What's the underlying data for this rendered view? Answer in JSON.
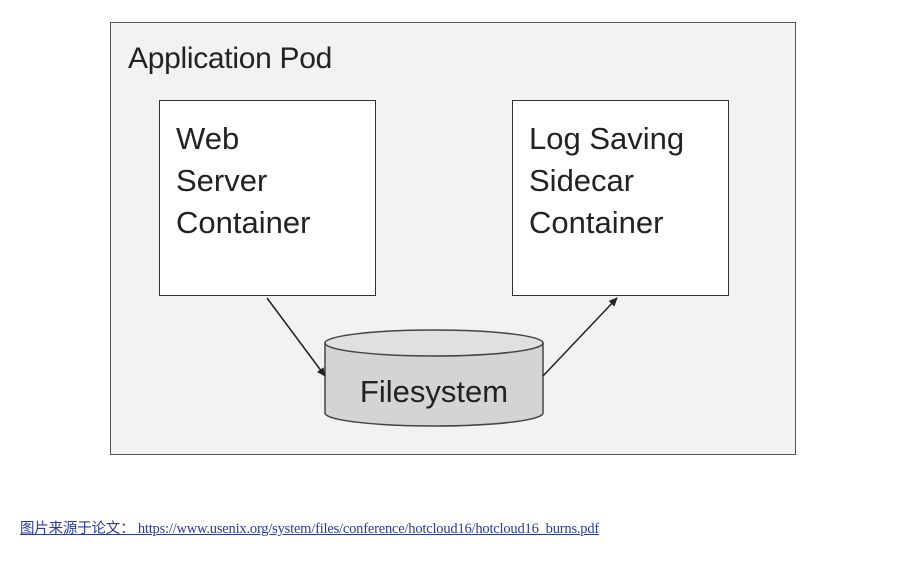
{
  "diagram": {
    "pod_title": "Application Pod",
    "web_container": {
      "lines": [
        "Web",
        "Server",
        "Container"
      ]
    },
    "log_container": {
      "lines": [
        "Log Saving",
        "Sidecar",
        "Container"
      ]
    },
    "filesystem_label": "Filesystem",
    "colors": {
      "pod_background": "#f2f2f2",
      "cylinder_fill": "#d4d4d4",
      "caption": "#2a3aa0"
    }
  },
  "caption": "图片来源于论文： https://www.usenix.org/system/files/conference/hotcloud16/hotcloud16_burns.pdf"
}
